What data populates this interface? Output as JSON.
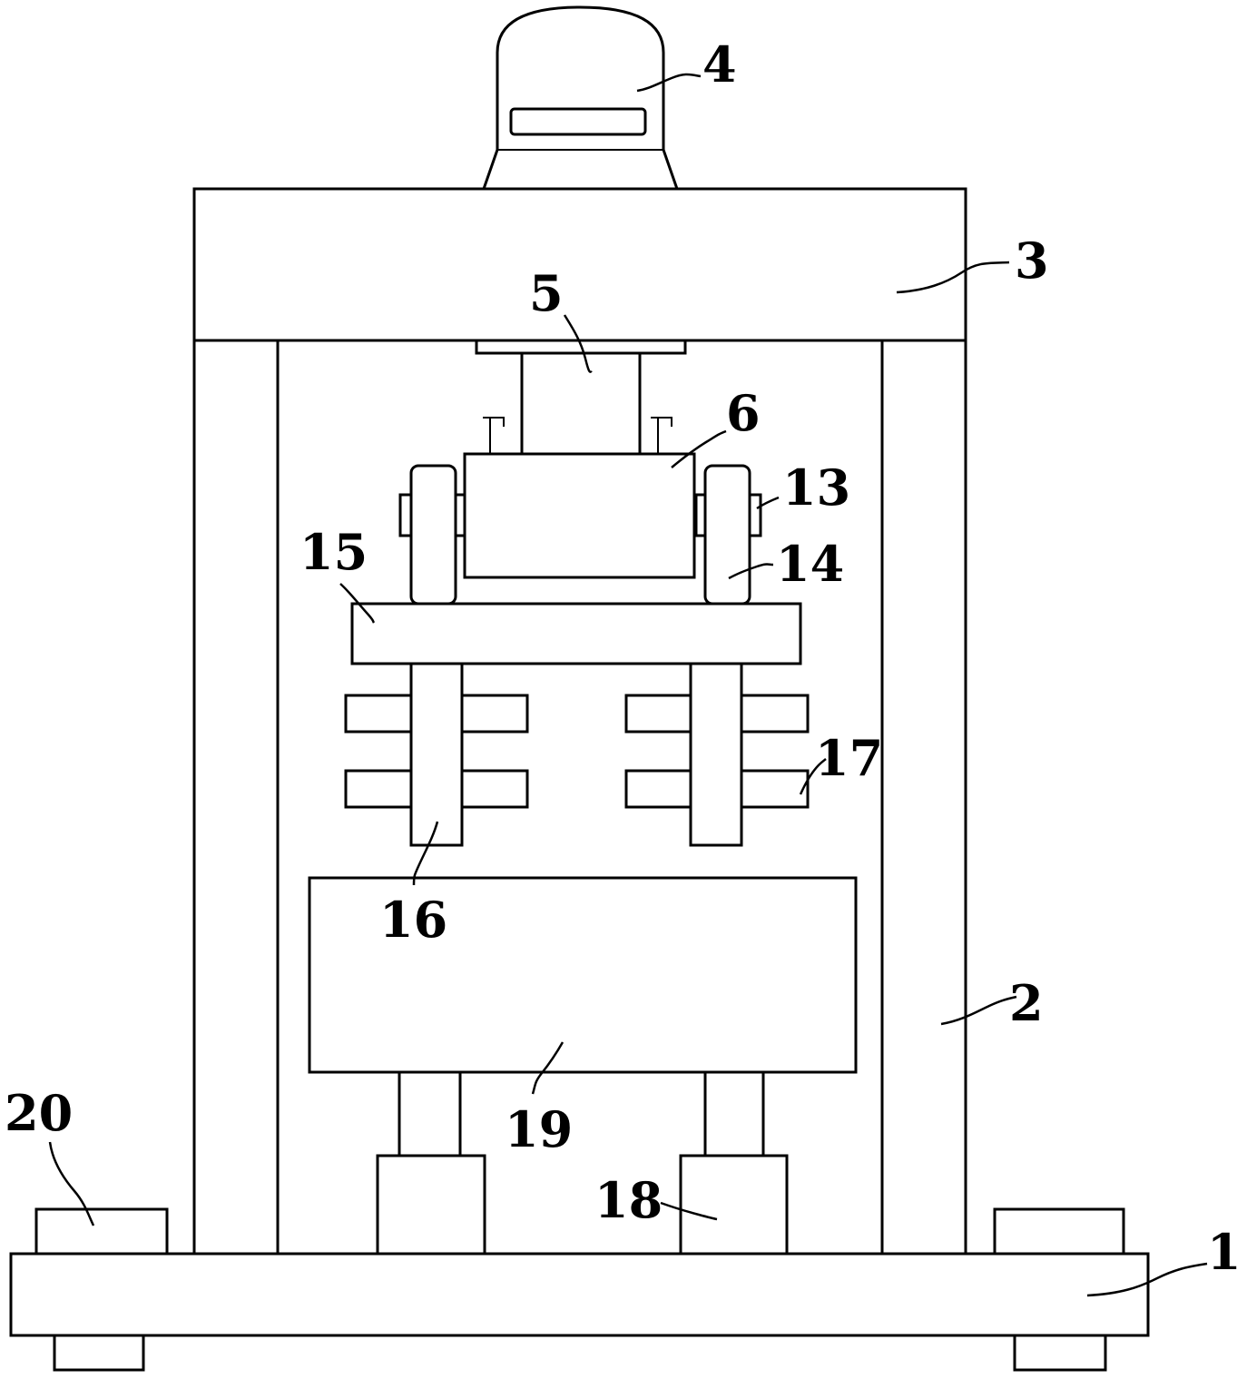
{
  "labels": {
    "n1": "1",
    "n2": "2",
    "n3": "3",
    "n4": "4",
    "n5": "5",
    "n6": "6",
    "n13": "13",
    "n14": "14",
    "n15": "15",
    "n16": "16",
    "n17": "17",
    "n18": "18",
    "n19": "19",
    "n20": "20"
  }
}
